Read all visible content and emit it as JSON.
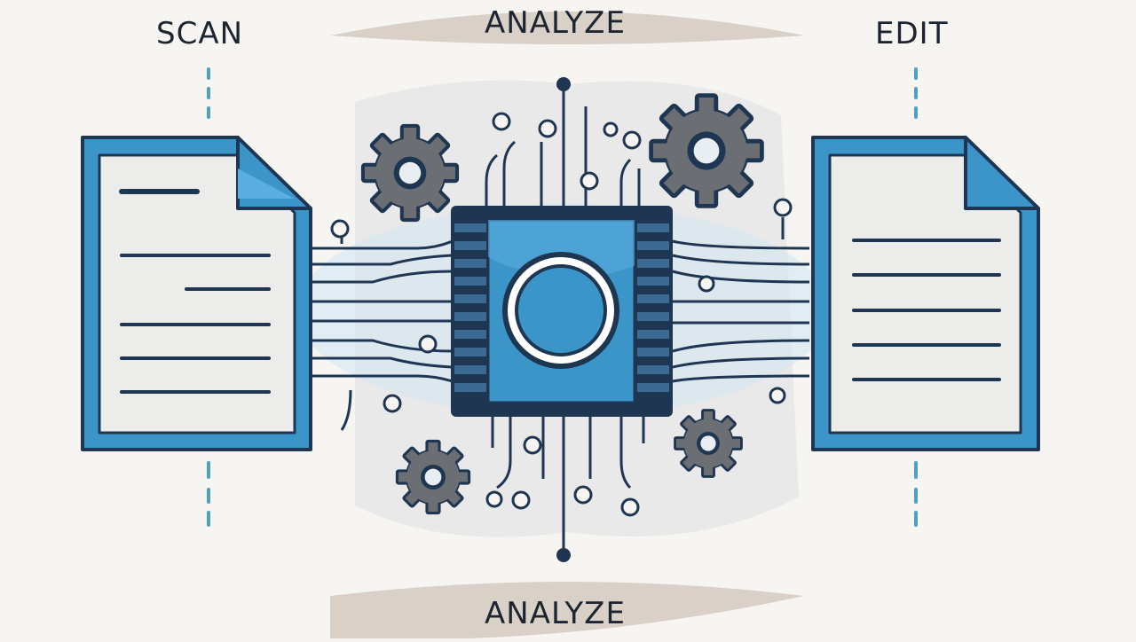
{
  "labels": {
    "scan": "SCAN",
    "analyze_top": "ANALYZE",
    "edit": "EDIT",
    "analyze_bottom": "ANALYZE"
  },
  "colors": {
    "background": "#f7f5f2",
    "outline": "#1f3652",
    "blue": "#3b95c9",
    "light_blue": "#bfe0f0",
    "paper": "#ececea",
    "gear": "#6b6f74",
    "banner": "#d9d1c7",
    "accent_dash": "#4ea0c4"
  },
  "icons": {
    "left_document": "document-icon",
    "right_document": "document-icon",
    "center": "processor-chip-icon",
    "gears": "gear-icon"
  }
}
